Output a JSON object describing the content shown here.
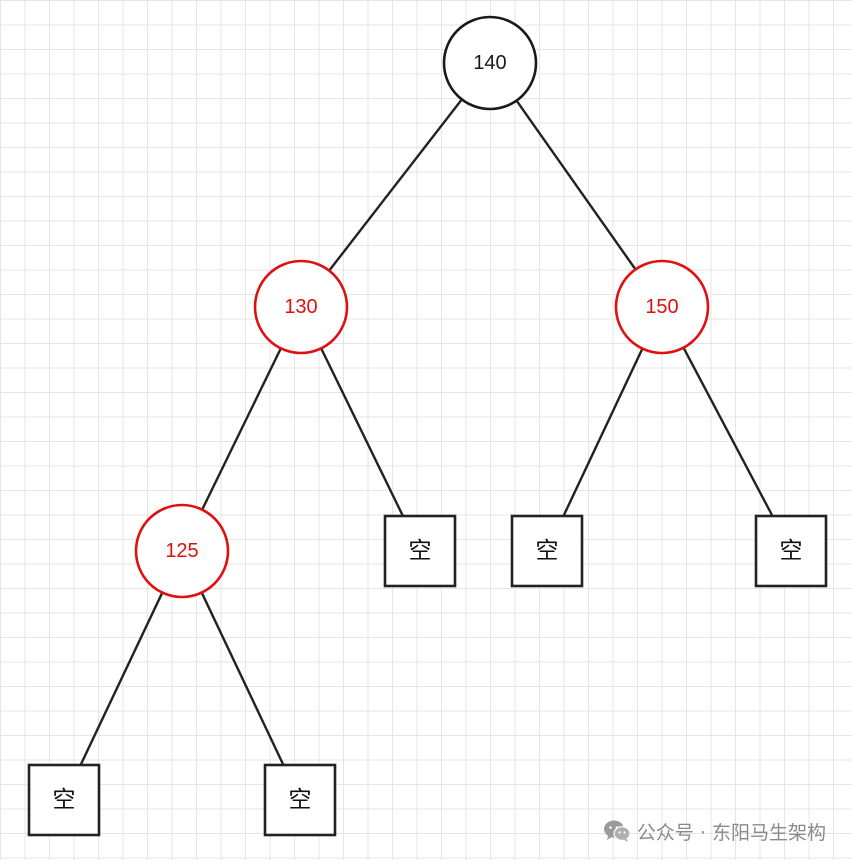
{
  "colors": {
    "black_node": "#1a1a1a",
    "red_node": "#e01010",
    "edge": "#222222",
    "leaf_stroke": "#222222",
    "watermark": "#8a8a8a"
  },
  "tree": {
    "nodes": [
      {
        "id": "n140",
        "label": "140",
        "color": "black"
      },
      {
        "id": "n130",
        "label": "130",
        "color": "red"
      },
      {
        "id": "n150",
        "label": "150",
        "color": "red"
      },
      {
        "id": "n125",
        "label": "125",
        "color": "red"
      }
    ],
    "leaves": [
      {
        "id": "l130r",
        "label": "空"
      },
      {
        "id": "l150l",
        "label": "空"
      },
      {
        "id": "l150r",
        "label": "空"
      },
      {
        "id": "l125l",
        "label": "空"
      },
      {
        "id": "l125r",
        "label": "空"
      }
    ],
    "edges": [
      [
        "n140",
        "n130"
      ],
      [
        "n140",
        "n150"
      ],
      [
        "n130",
        "n125"
      ],
      [
        "n130",
        "l130r"
      ],
      [
        "n150",
        "l150l"
      ],
      [
        "n150",
        "l150r"
      ],
      [
        "n125",
        "l125l"
      ],
      [
        "n125",
        "l125r"
      ]
    ]
  },
  "watermark": {
    "icon": "wechat-icon",
    "text": "公众号 · 东阳马生架构"
  }
}
